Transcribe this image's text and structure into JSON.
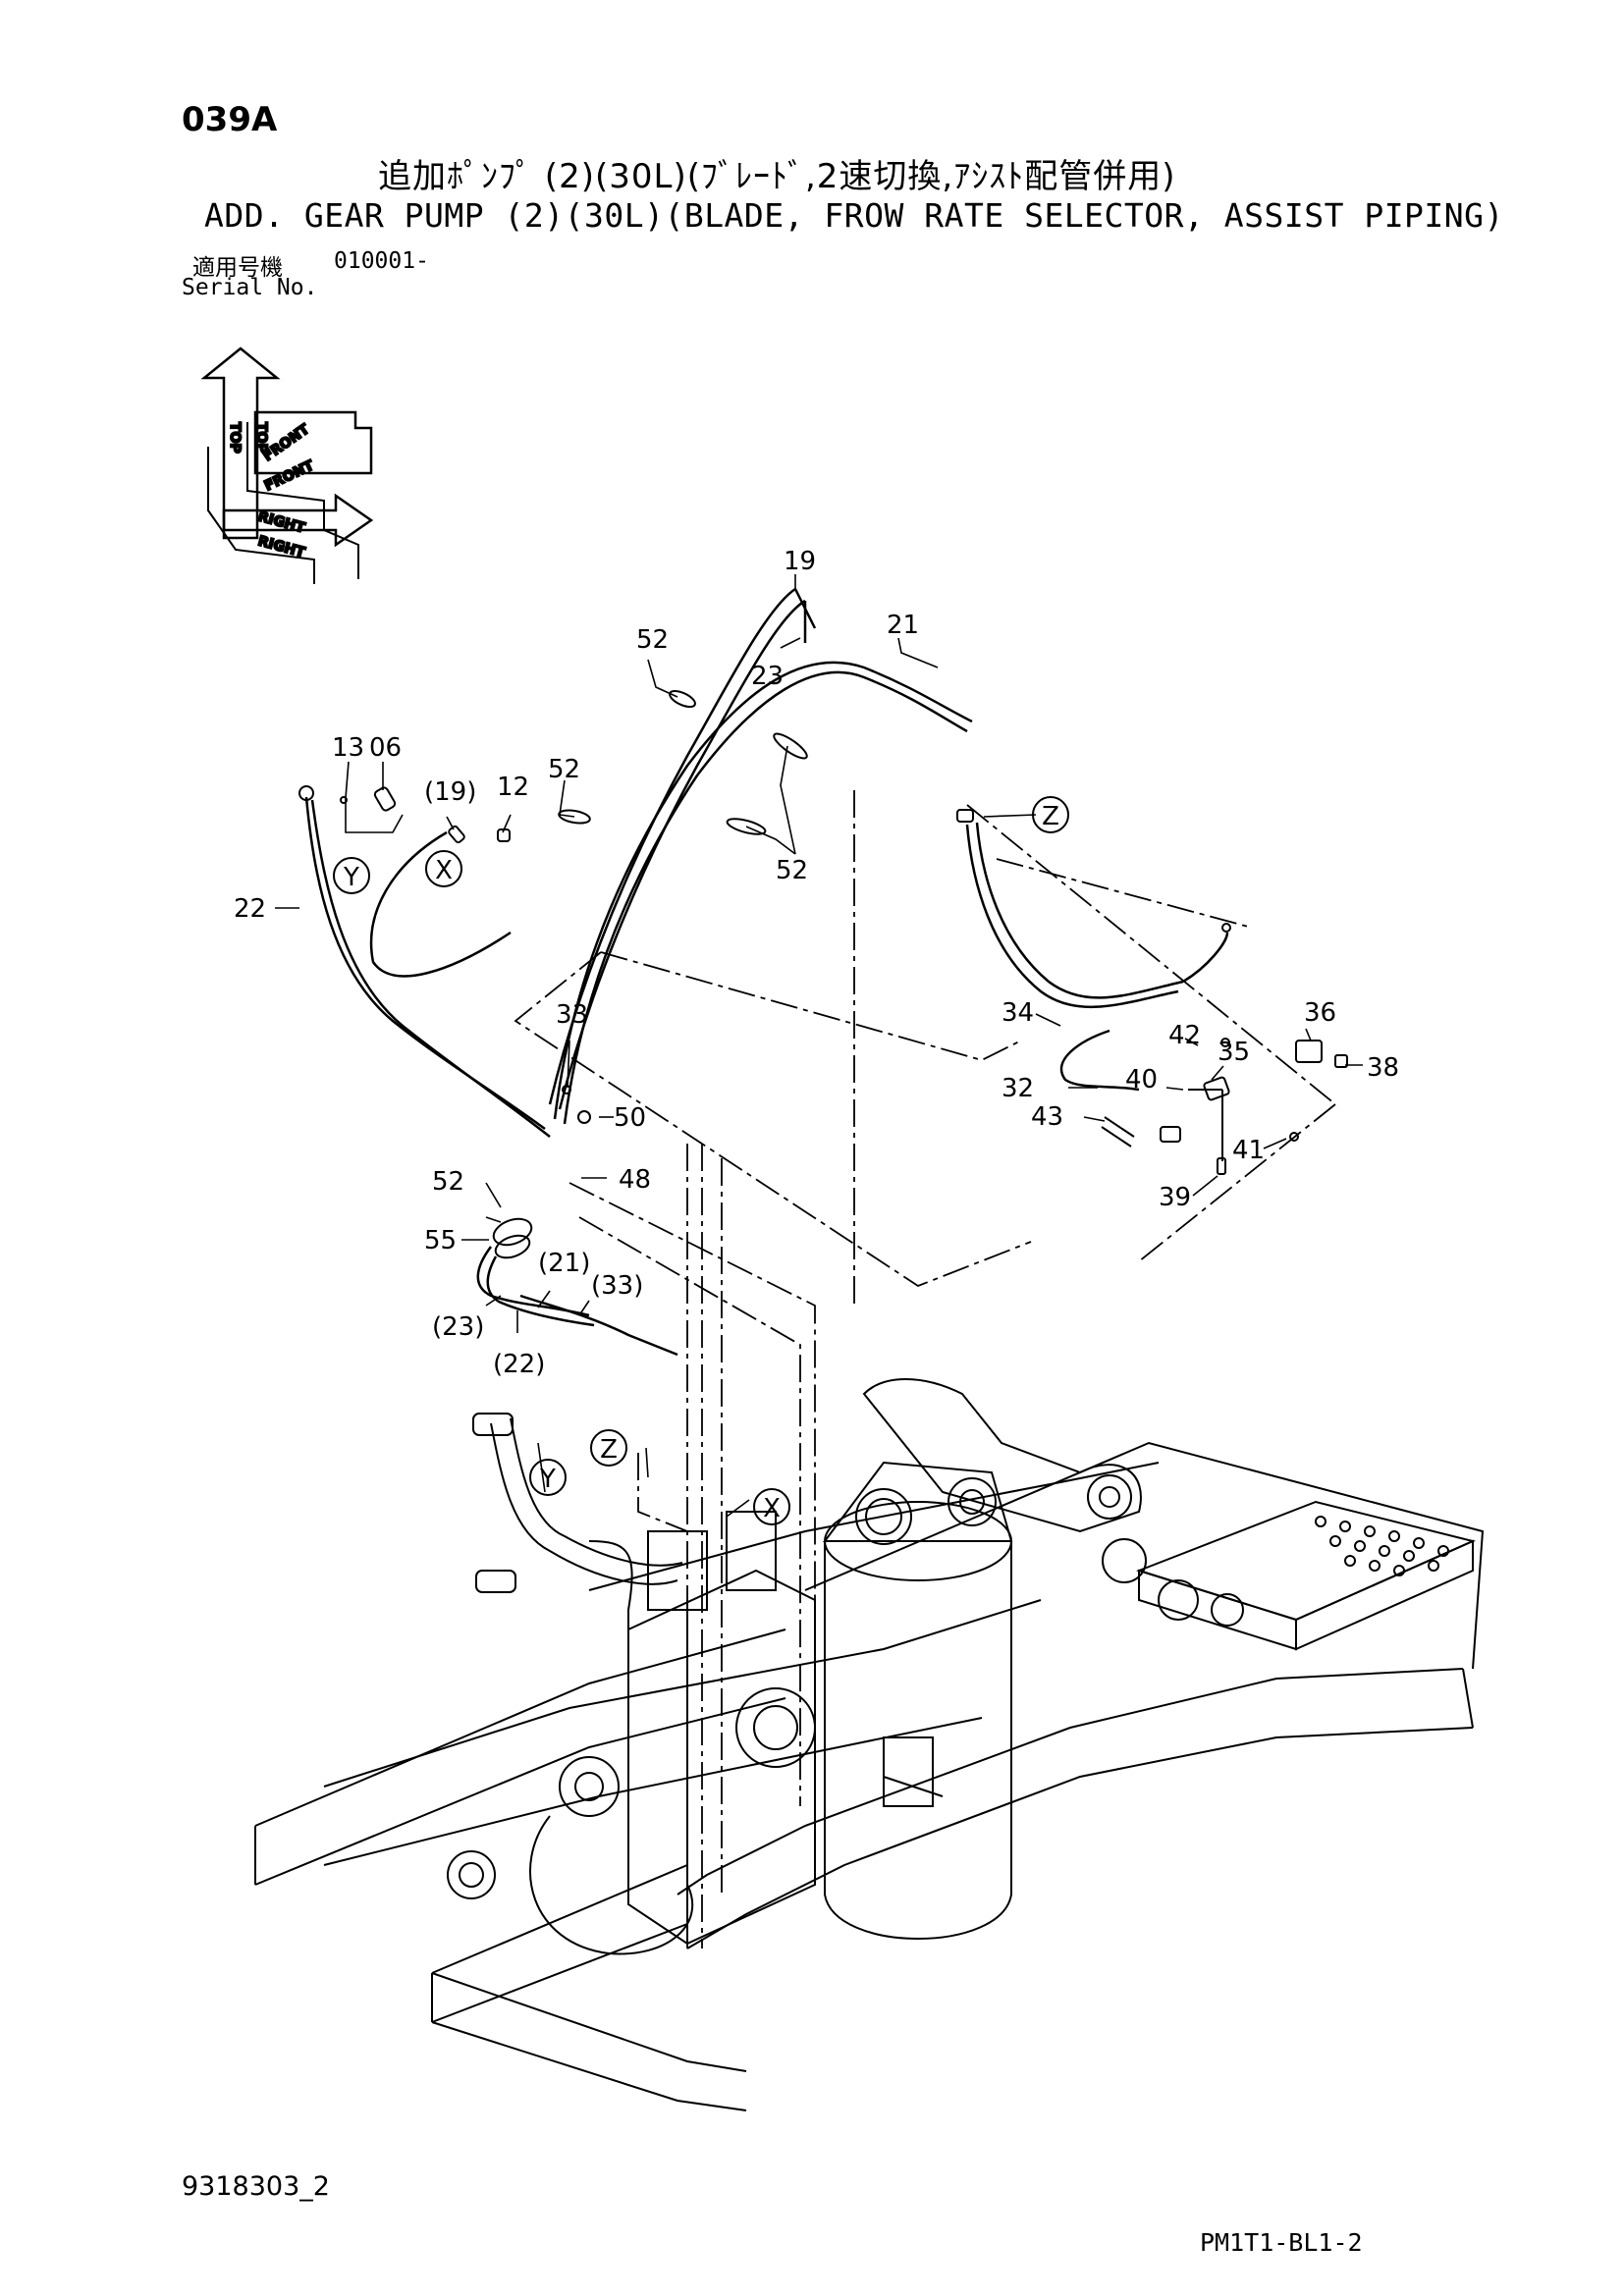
{
  "header": {
    "page_code": "039A",
    "title_jp": "追加ﾎﾟﾝﾌﾟ (2)(30L)(ﾌﾞﾚｰﾄﾞ,2速切換,ｱｼｽﾄ配管併用)",
    "title_en": "ADD. GEAR PUMP (2)(30L)(BLADE, FROW RATE SELECTOR, ASSIST PIPING)",
    "serial_label_jp": "適用号機",
    "serial_value": "010001-",
    "serial_label_en": "Serial No."
  },
  "orientation": {
    "top": "TOP",
    "front": "FRONT",
    "right": "RIGHT"
  },
  "callouts": {
    "c19": "19",
    "c23": "23",
    "c21": "21",
    "c52a": "52",
    "c52b": "52",
    "c52c": "52",
    "c52d": "52",
    "c13": "13",
    "c06": "06",
    "c19p": "(19)",
    "c12": "12",
    "c22": "22",
    "c33": "33",
    "c50": "50",
    "c48": "48",
    "c55": "55",
    "c21p": "(21)",
    "c33p": "(33)",
    "c23p": "(23)",
    "c22p": "(22)",
    "c34": "34",
    "c36": "36",
    "c42": "42",
    "c35": "35",
    "c38": "38",
    "c40": "40",
    "c32": "32",
    "c43": "43",
    "c41": "41",
    "c39": "39"
  },
  "refs": {
    "Z": "Z",
    "Y": "Y",
    "X": "X"
  },
  "footer": {
    "drawing_no": "9318303_2",
    "page_ref": "PM1T1-BL1-2"
  }
}
